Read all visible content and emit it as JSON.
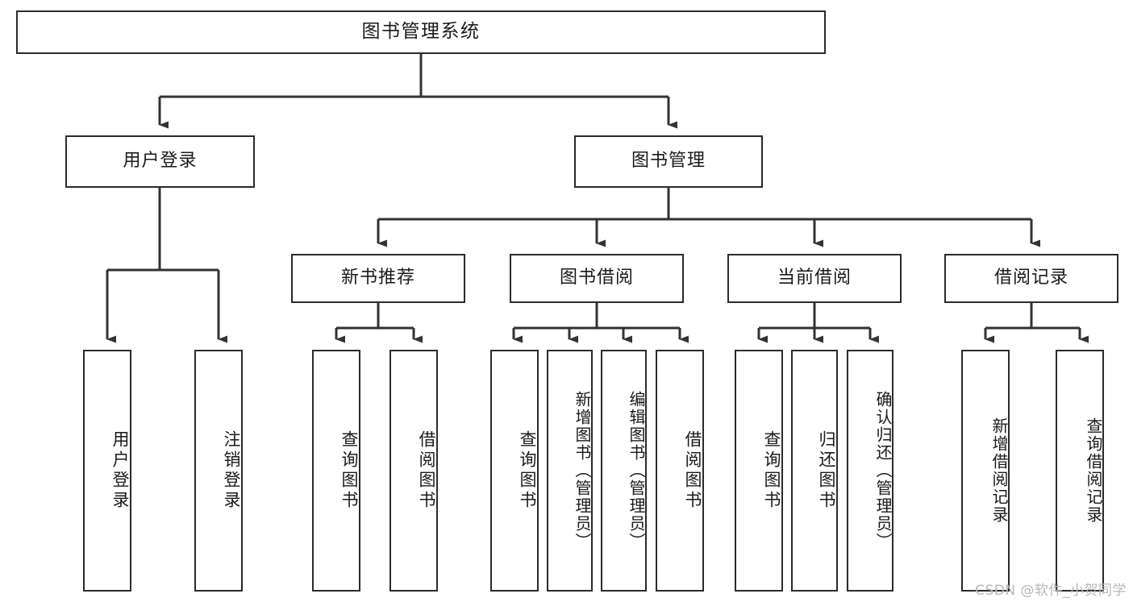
{
  "diagram": {
    "type": "tree",
    "title": "图书管理系统",
    "root": {
      "label": "图书管理系统"
    },
    "level2": [
      {
        "label": "用户登录"
      },
      {
        "label": "图书管理"
      }
    ],
    "level3": [
      {
        "label": "新书推荐"
      },
      {
        "label": "图书借阅"
      },
      {
        "label": "当前借阅"
      },
      {
        "label": "借阅记录"
      }
    ],
    "leaves": {
      "user_login": [
        {
          "label": "用户登录"
        },
        {
          "label": "注销登录"
        }
      ],
      "new_book_recommend": [
        {
          "label": "查询图书"
        },
        {
          "label": "借阅图书"
        }
      ],
      "book_borrow": [
        {
          "label": "查询图书"
        },
        {
          "label": "新增图书（管理员）"
        },
        {
          "label": "编辑图书（管理员）"
        },
        {
          "label": "借阅图书"
        }
      ],
      "current_borrow": [
        {
          "label": "查询图书"
        },
        {
          "label": "归还图书"
        },
        {
          "label": "确认归还（管理员）"
        }
      ],
      "borrow_record": [
        {
          "label": "新增借阅记录"
        },
        {
          "label": "查询借阅记录"
        }
      ]
    },
    "colors": {
      "box_border": "#2b2b2b",
      "box_fill": "#ffffff",
      "connector": "#333333",
      "text": "#1a1a1a",
      "background": "#ffffff",
      "watermark": "#b8b8b8"
    }
  },
  "watermark": {
    "text": "CSDN @软件_小贺同学"
  }
}
